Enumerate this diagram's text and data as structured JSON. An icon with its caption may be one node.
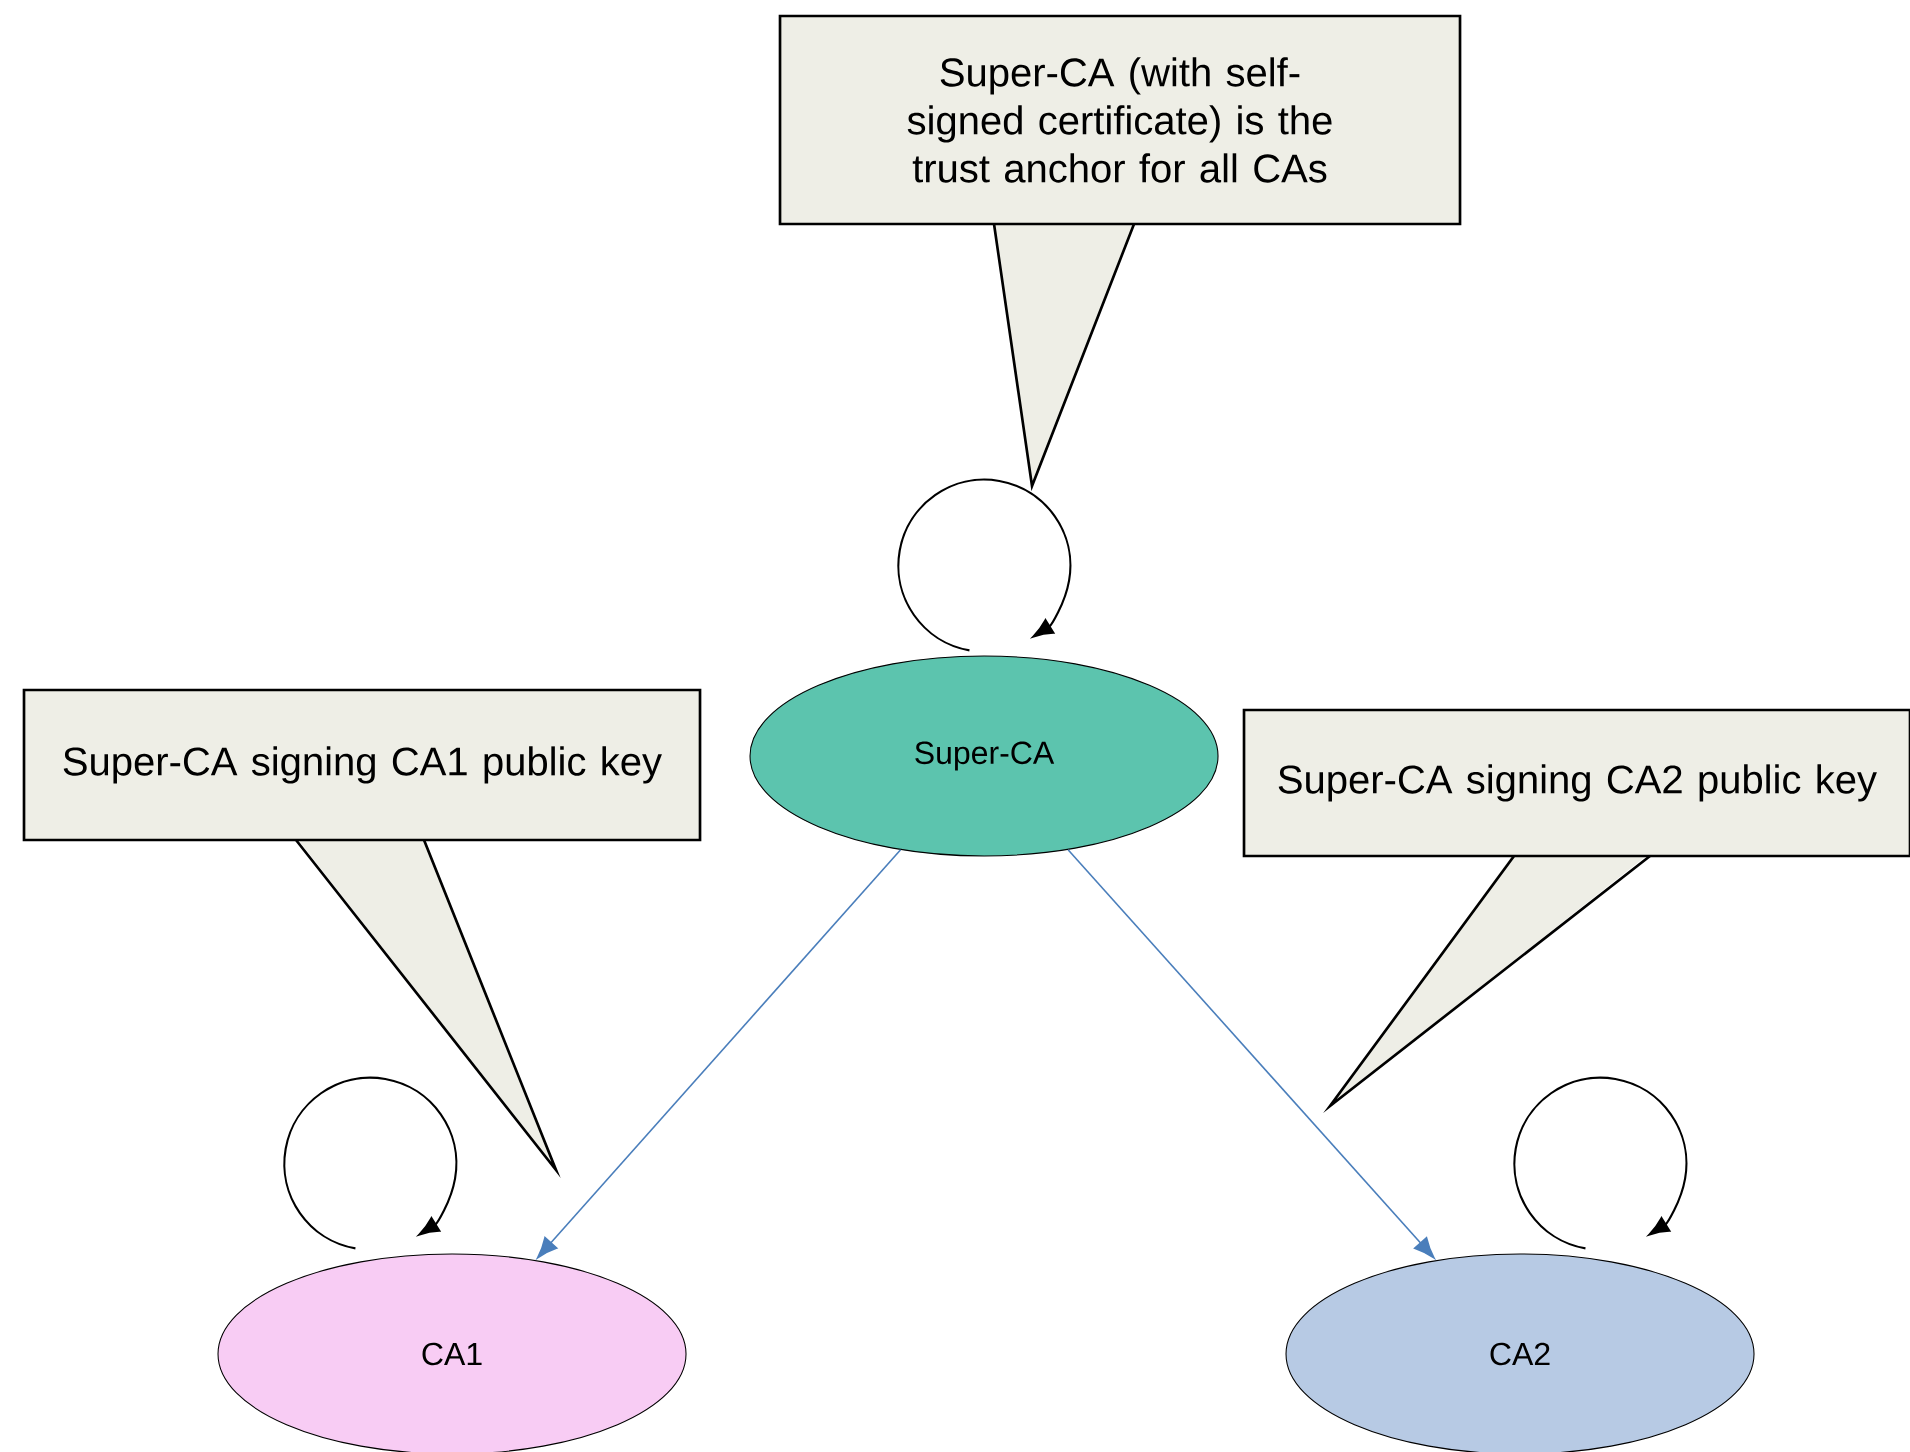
{
  "diagram": {
    "nodes": [
      {
        "text": [
          "Super-CA (with self-signed certificate) is the trust anchor for all CAs"
        ]
      },
      {
        "text": [
          "Super-CA"
        ]
      },
      {
        "text": [
          "Super-CA signing CA1 public key"
        ]
      },
      {
        "text": [
          "Super-CA signing CA2 public key"
        ]
      },
      {
        "text": [
          "CA1"
        ]
      },
      {
        "text": [
          "CA2"
        ]
      }
    ],
    "edges": [
      {
        "from": 1,
        "to": 1,
        "arrow": "to"
      },
      {
        "from": 1,
        "to": 4,
        "arrow": "to",
        "color": "#4a7ebb"
      },
      {
        "from": 1,
        "to": 5,
        "arrow": "to",
        "color": "#4a7ebb"
      },
      {
        "from": 4,
        "to": 4,
        "arrow": "to"
      },
      {
        "from": 5,
        "to": 5,
        "arrow": "to"
      }
    ]
  }
}
